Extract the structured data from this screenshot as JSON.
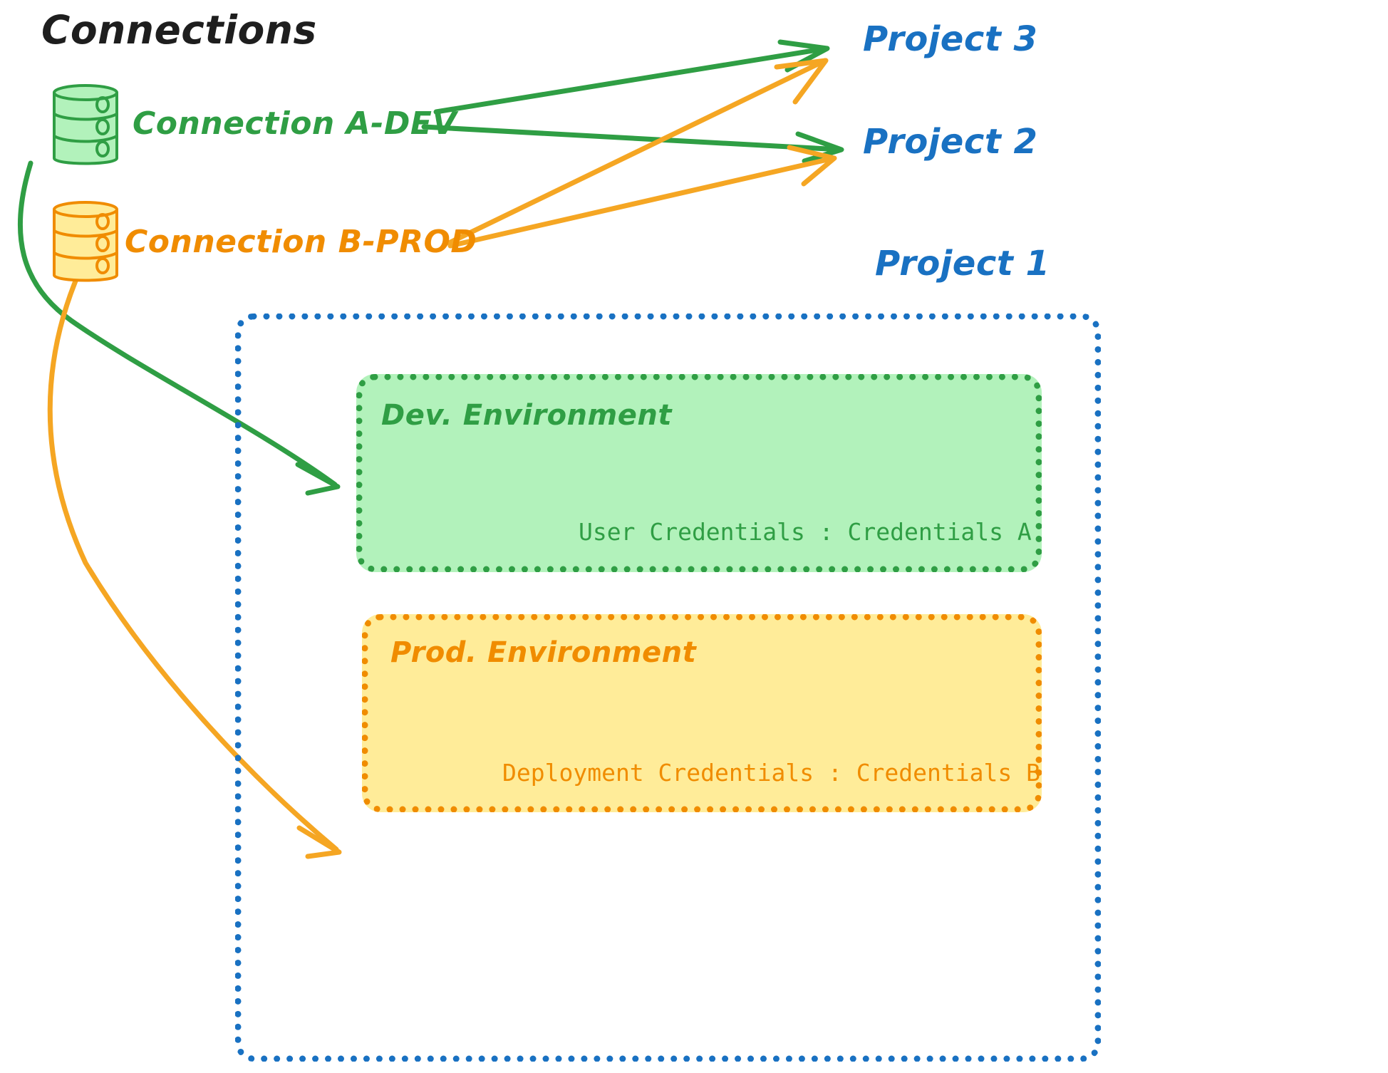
{
  "diagram": {
    "title": "Connections",
    "type": "connections-to-project-environments"
  },
  "connections": [
    {
      "id": "connection-a-dev",
      "label": "Connection A-DEV",
      "color": "#2f9e44",
      "icon": "database-cylinder-icon",
      "targets": [
        "Project 3",
        "Project 2",
        "Dev. Environment"
      ]
    },
    {
      "id": "connection-b-prod",
      "label": "Connection B-PROD",
      "color": "#f08c00",
      "icon": "database-cylinder-icon",
      "targets": [
        "Project 3",
        "Project 2",
        "Prod. Environment"
      ]
    }
  ],
  "projects": [
    {
      "id": "project-3",
      "label": "Project 3",
      "color": "#1971c2"
    },
    {
      "id": "project-2",
      "label": "Project 2",
      "color": "#1971c2"
    },
    {
      "id": "project-1",
      "label": "Project 1",
      "color": "#1971c2"
    }
  ],
  "project1": {
    "label": "Project 1",
    "border_color": "#1971c2",
    "environments": [
      {
        "id": "dev-environment",
        "label": "Dev. Environment",
        "credential_text": "User Credentials : Credentials A",
        "credential_key": "User Credentials",
        "credential_value": "Credentials A",
        "fill": "#b2f2bb",
        "stroke": "#2f9e44"
      },
      {
        "id": "prod-environment",
        "label": "Prod. Environment",
        "credential_text": "Deployment Credentials : Credentials B",
        "credential_key": "Deployment Credentials",
        "credential_value": "Credentials B",
        "fill": "#ffec99",
        "stroke": "#f08c00"
      }
    ]
  },
  "colors": {
    "green_stroke": "#2f9e44",
    "green_fill": "#b2f2bb",
    "orange_stroke": "#f08c00",
    "orange_fill": "#ffec99",
    "blue": "#1971c2",
    "title_black": "#1e1e1e",
    "background": "#ffffff"
  }
}
